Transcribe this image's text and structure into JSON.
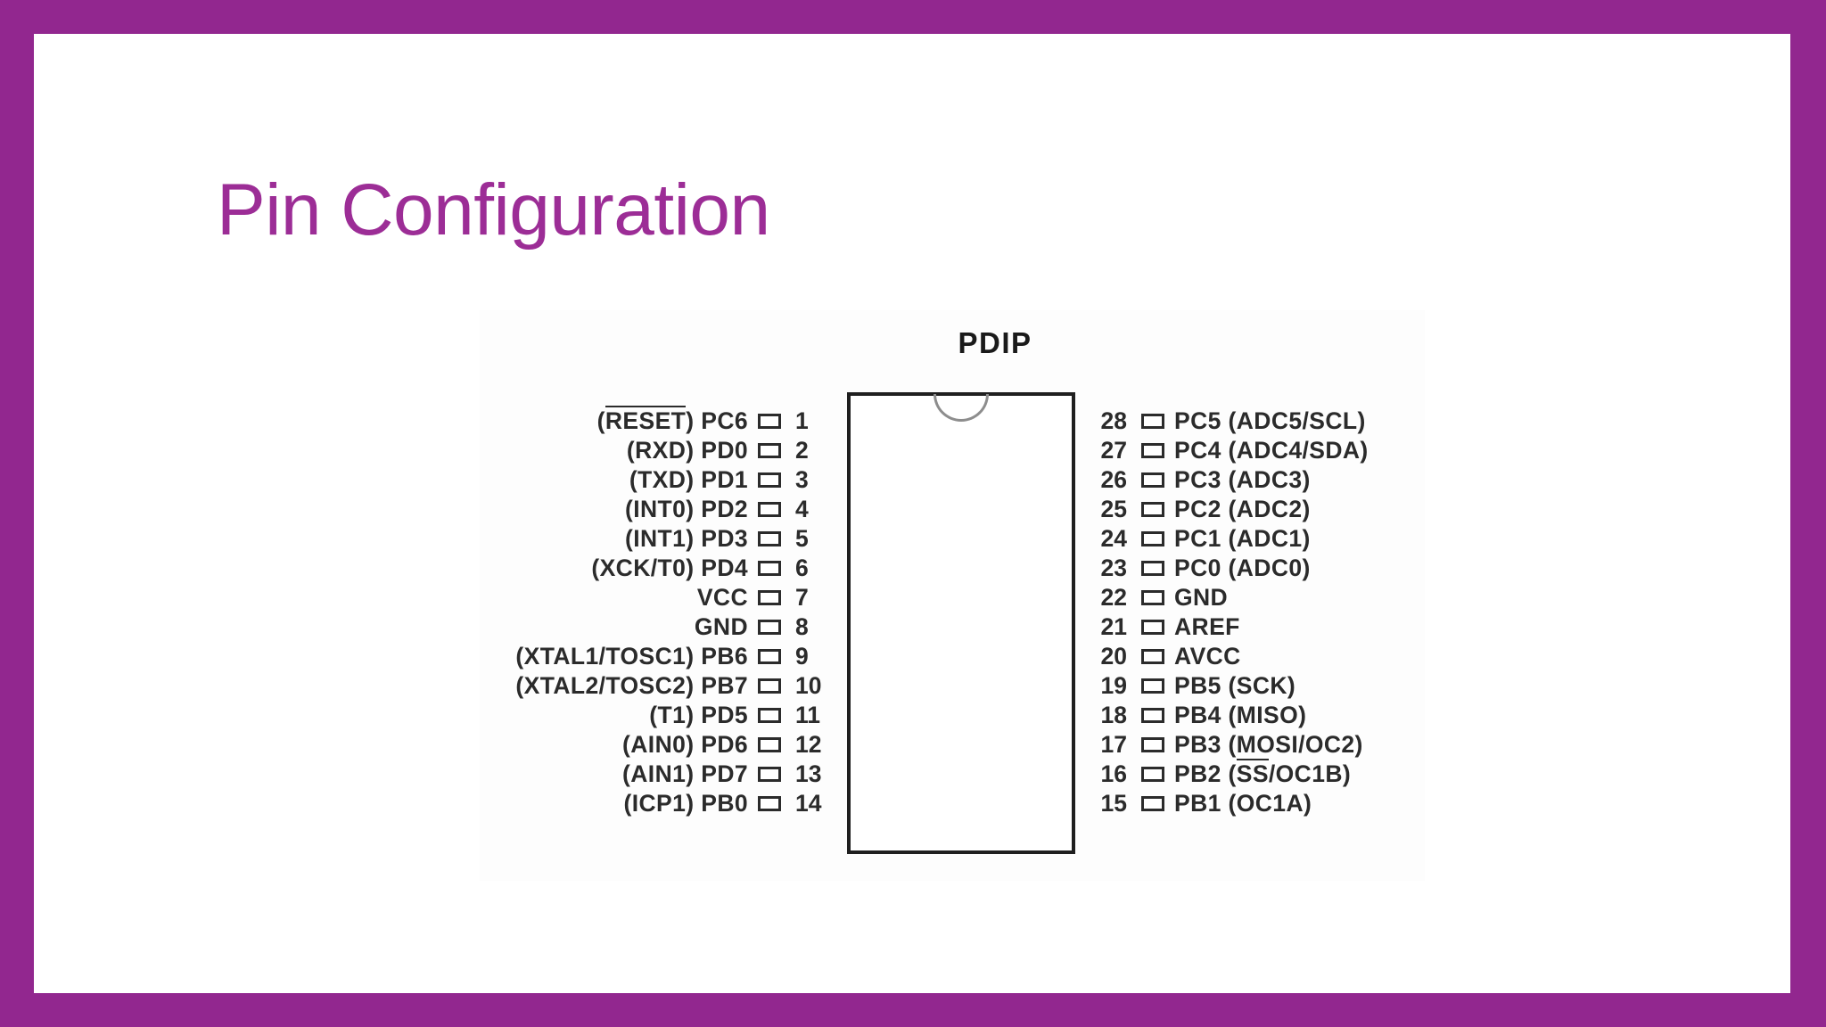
{
  "slide": {
    "title": "Pin Configuration",
    "border_color": "#92278f",
    "card_color": "#ffffff",
    "title_color": "#9c2d96"
  },
  "diagram": {
    "package_title": "PDIP",
    "notch_icon": "chip-notch-icon",
    "left_pins": [
      {
        "num": "1",
        "signal": "PC6",
        "alt": "RESET",
        "alt_overline": true,
        "name": "(RESET) PC6"
      },
      {
        "num": "2",
        "signal": "PD0",
        "alt": "RXD",
        "alt_overline": false,
        "name": "(RXD) PD0"
      },
      {
        "num": "3",
        "signal": "PD1",
        "alt": "TXD",
        "alt_overline": false,
        "name": "(TXD) PD1"
      },
      {
        "num": "4",
        "signal": "PD2",
        "alt": "INT0",
        "alt_overline": false,
        "name": "(INT0) PD2"
      },
      {
        "num": "5",
        "signal": "PD3",
        "alt": "INT1",
        "alt_overline": false,
        "name": "(INT1) PD3"
      },
      {
        "num": "6",
        "signal": "PD4",
        "alt": "XCK/T0",
        "alt_overline": false,
        "name": "(XCK/T0) PD4"
      },
      {
        "num": "7",
        "signal": "VCC",
        "alt": "",
        "alt_overline": false,
        "name": "VCC"
      },
      {
        "num": "8",
        "signal": "GND",
        "alt": "",
        "alt_overline": false,
        "name": "GND"
      },
      {
        "num": "9",
        "signal": "PB6",
        "alt": "XTAL1/TOSC1",
        "alt_overline": false,
        "name": "(XTAL1/TOSC1) PB6"
      },
      {
        "num": "10",
        "signal": "PB7",
        "alt": "XTAL2/TOSC2",
        "alt_overline": false,
        "name": "(XTAL2/TOSC2) PB7"
      },
      {
        "num": "11",
        "signal": "PD5",
        "alt": "T1",
        "alt_overline": false,
        "name": "(T1) PD5"
      },
      {
        "num": "12",
        "signal": "PD6",
        "alt": "AIN0",
        "alt_overline": false,
        "name": "(AIN0) PD6"
      },
      {
        "num": "13",
        "signal": "PD7",
        "alt": "AIN1",
        "alt_overline": false,
        "name": "(AIN1) PD7"
      },
      {
        "num": "14",
        "signal": "PB0",
        "alt": "ICP1",
        "alt_overline": false,
        "name": "(ICP1) PB0"
      }
    ],
    "right_pins": [
      {
        "num": "28",
        "signal": "PC5",
        "alt": "ADC5/SCL",
        "alt_overline": false,
        "name": "PC5 (ADC5/SCL)"
      },
      {
        "num": "27",
        "signal": "PC4",
        "alt": "ADC4/SDA",
        "alt_overline": false,
        "name": "PC4 (ADC4/SDA)"
      },
      {
        "num": "26",
        "signal": "PC3",
        "alt": "ADC3",
        "alt_overline": false,
        "name": "PC3 (ADC3)"
      },
      {
        "num": "25",
        "signal": "PC2",
        "alt": "ADC2",
        "alt_overline": false,
        "name": "PC2 (ADC2)"
      },
      {
        "num": "24",
        "signal": "PC1",
        "alt": "ADC1",
        "alt_overline": false,
        "name": "PC1 (ADC1)"
      },
      {
        "num": "23",
        "signal": "PC0",
        "alt": "ADC0",
        "alt_overline": false,
        "name": "PC0 (ADC0)"
      },
      {
        "num": "22",
        "signal": "GND",
        "alt": "",
        "alt_overline": false,
        "name": "GND"
      },
      {
        "num": "21",
        "signal": "AREF",
        "alt": "",
        "alt_overline": false,
        "name": "AREF"
      },
      {
        "num": "20",
        "signal": "AVCC",
        "alt": "",
        "alt_overline": false,
        "name": "AVCC"
      },
      {
        "num": "19",
        "signal": "PB5",
        "alt": "SCK",
        "alt_overline": false,
        "name": "PB5 (SCK)"
      },
      {
        "num": "18",
        "signal": "PB4",
        "alt": "MISO",
        "alt_overline": false,
        "name": "PB4 (MISO)"
      },
      {
        "num": "17",
        "signal": "PB3",
        "alt": "MOSI/OC2",
        "alt_overline": false,
        "name": "PB3 (MOSI/OC2)"
      },
      {
        "num": "16",
        "signal": "PB2",
        "alt": "SS/OC1B",
        "alt_overline": true,
        "overline_part": "SS",
        "rest_part": "/OC1B",
        "name": "PB2 (SS/OC1B)"
      },
      {
        "num": "15",
        "signal": "PB1",
        "alt": "OC1A",
        "alt_overline": false,
        "name": "PB1 (OC1A)"
      }
    ]
  }
}
